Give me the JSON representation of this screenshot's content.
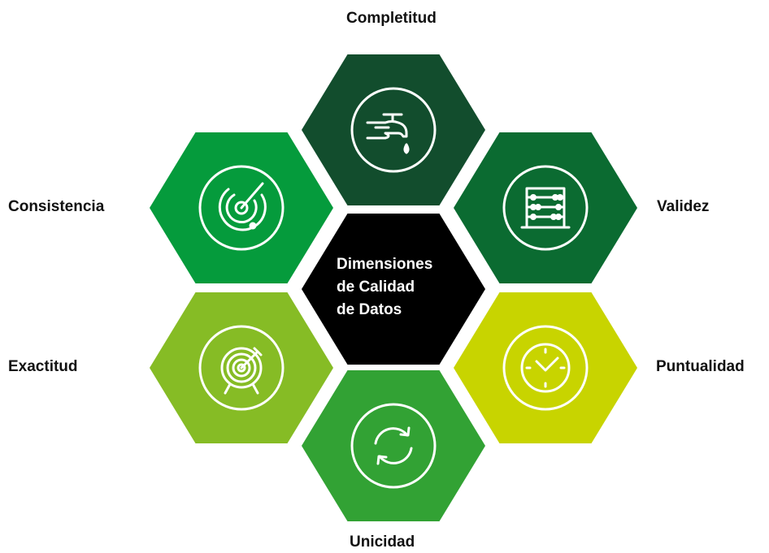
{
  "center": {
    "title": "Dimensiones\nde Calidad\nde Datos",
    "color": "#000000"
  },
  "dimensions": [
    {
      "id": "completitud",
      "label": "Completitud",
      "icon": "faucet-icon",
      "color": "#124d2d"
    },
    {
      "id": "validez",
      "label": "Validez",
      "icon": "abacus-icon",
      "color": "#0b6b31"
    },
    {
      "id": "puntualidad",
      "label": "Puntualidad",
      "icon": "clock-icon",
      "color": "#c8d400"
    },
    {
      "id": "unicidad",
      "label": "Unicidad",
      "icon": "refresh-icon",
      "color": "#32a234"
    },
    {
      "id": "exactitud",
      "label": "Exactitud",
      "icon": "target-icon",
      "color": "#86bc25"
    },
    {
      "id": "consistencia",
      "label": "Consistencia",
      "icon": "radar-icon",
      "color": "#059b3c"
    }
  ]
}
